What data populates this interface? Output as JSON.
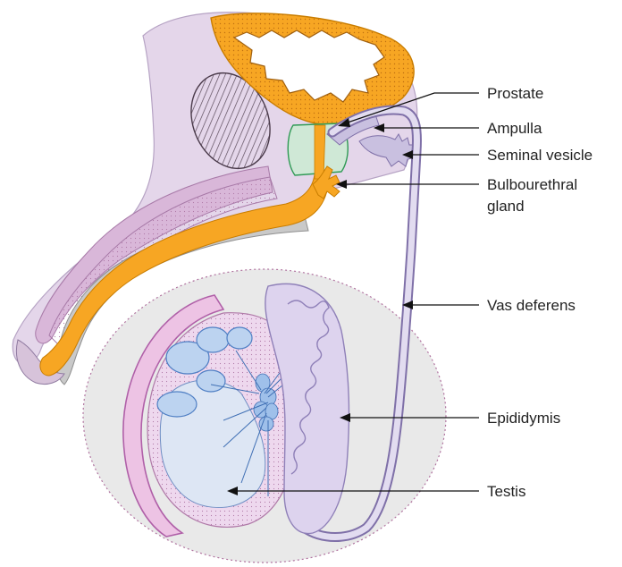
{
  "labels": {
    "prostate": "Prostate",
    "ampulla": "Ampulla",
    "seminal_vesicle": "Seminal vesicle",
    "bulbourethral_line1": "Bulbourethral",
    "bulbourethral_line2": "gland",
    "vas_deferens": "Vas deferens",
    "epididymis": "Epididymis",
    "testis": "Testis"
  },
  "colors": {
    "body_lilac": "#e4d6ea",
    "bladder_orange": "#f7a623",
    "prostate_green": "#cfe8d6",
    "testis_blue": "#dde6f4",
    "tubule_blue": "#7fa6d8",
    "scrotum_gray": "#e9e9e9",
    "tunica_pink": "#c987c0",
    "vas_lavender": "#c9c0e0"
  }
}
